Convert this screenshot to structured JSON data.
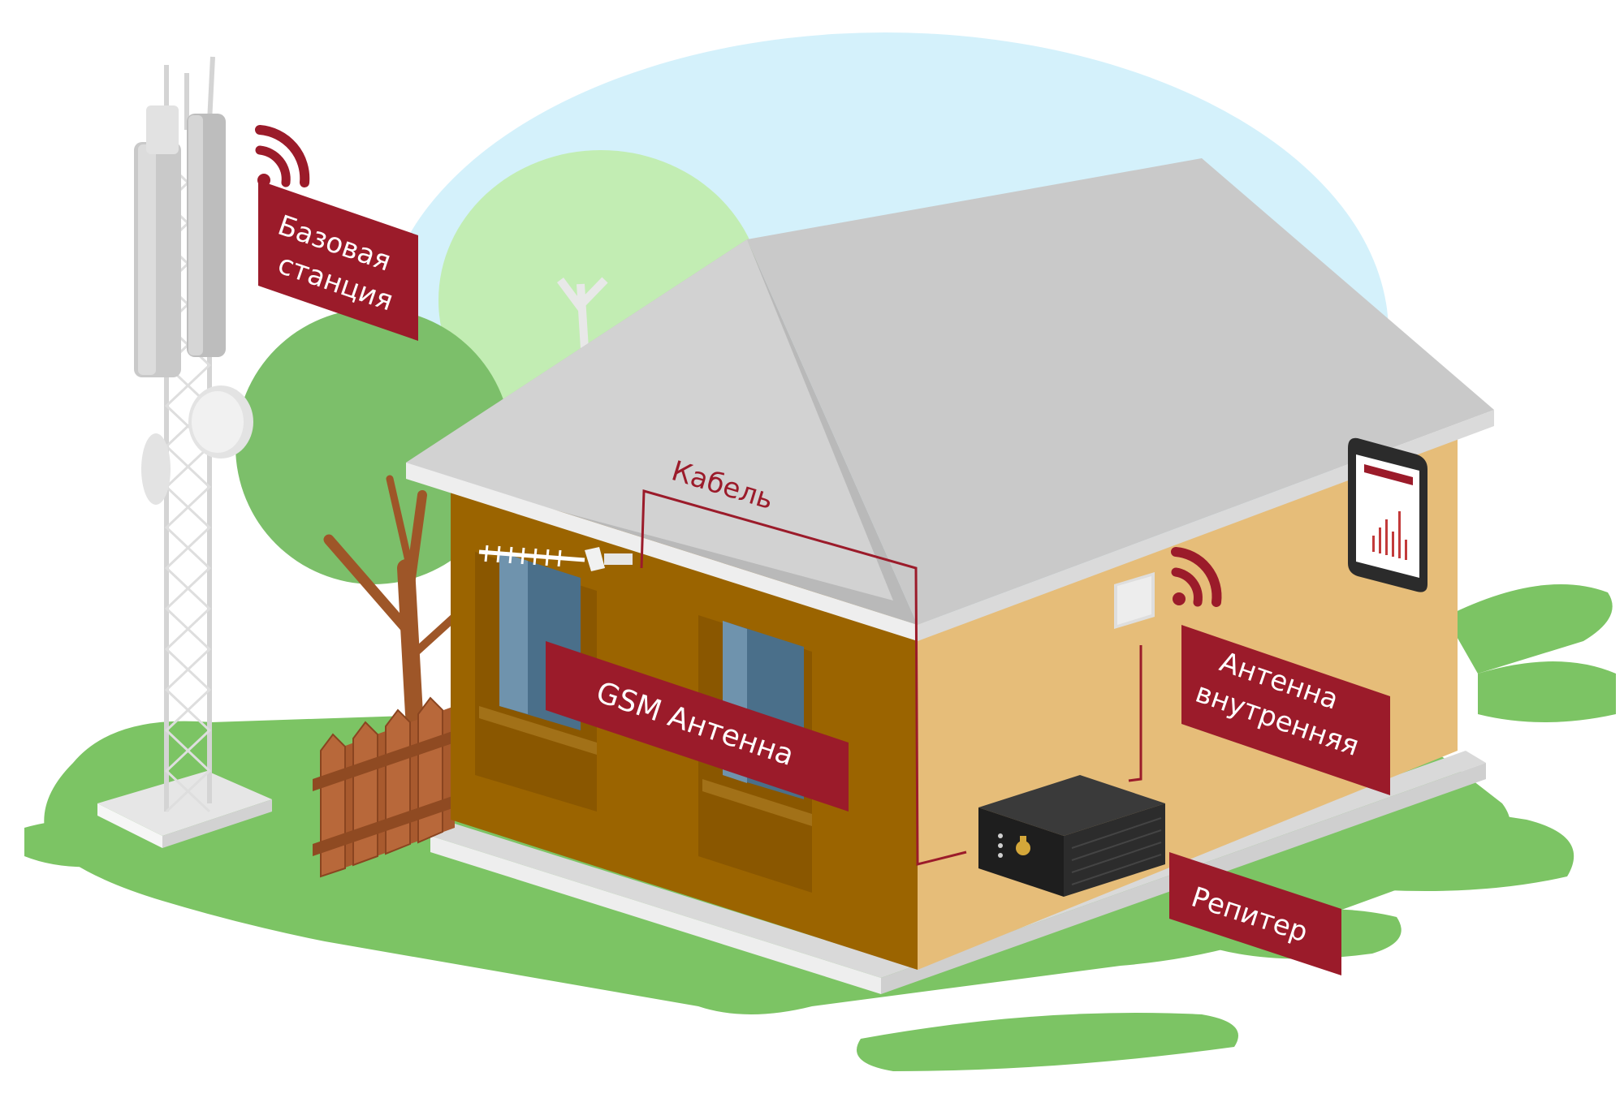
{
  "labels": {
    "base_station": [
      "Базовая",
      "станция"
    ],
    "cable": "Кабель",
    "gsm_antenna": "GSM  Антенна",
    "inner_antenna": [
      "Антенна",
      "внутренняя"
    ],
    "repeater": "Репитер"
  },
  "colors": {
    "label_bg": "#9b1b2a",
    "grass": "#7cc464",
    "sky": "#d4f1fb",
    "roof": "#c5c5c5",
    "wall_front": "#9b6400",
    "wall_side": "#e6bd79",
    "cable": "#9b1b2a"
  },
  "icons": [
    "cell-tower-icon",
    "signal-waves-icon",
    "yagi-antenna-icon",
    "panel-antenna-icon",
    "repeater-device-icon",
    "smartphone-icon",
    "fence-icon",
    "tree-icon"
  ]
}
